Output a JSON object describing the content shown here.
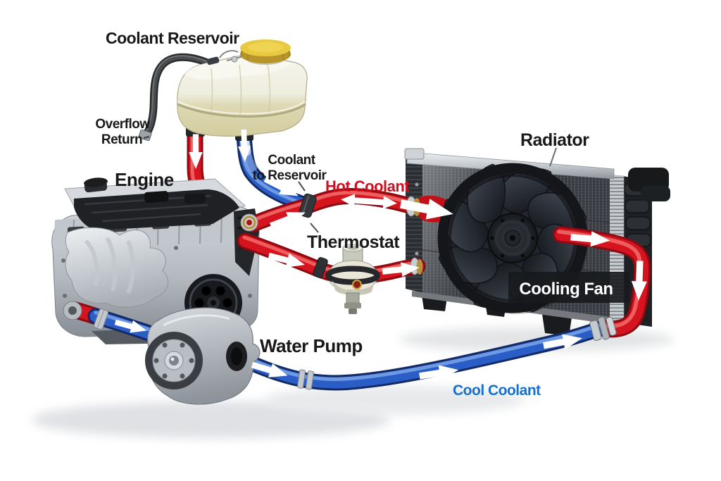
{
  "diagram": {
    "labels": {
      "coolant_reservoir": "Coolant Reservoir",
      "overflow_return": {
        "line1": "Overflow",
        "line2": "Return"
      },
      "engine": "Engine",
      "coolant_to_reservoir": {
        "line1": "Coolant",
        "line2": "to Reservoir"
      },
      "hot_coolant": "Hot Coolant",
      "thermostat": "Thermostat",
      "radiator": "Radiator",
      "cooling_fan": "Cooling Fan",
      "water_pump": "Water Pump",
      "cool_coolant": "Cool Coolant"
    },
    "colors": {
      "hot_coolant_hose": "#d5141f",
      "cool_coolant_hose": "#2a5ec6",
      "hot_coolant_label": "#d10f1e",
      "cool_coolant_label": "#1570cf",
      "label_text": "#191919",
      "cooling_fan_label": "#ffffff",
      "reservoir_cap": "#e9c93f"
    }
  }
}
